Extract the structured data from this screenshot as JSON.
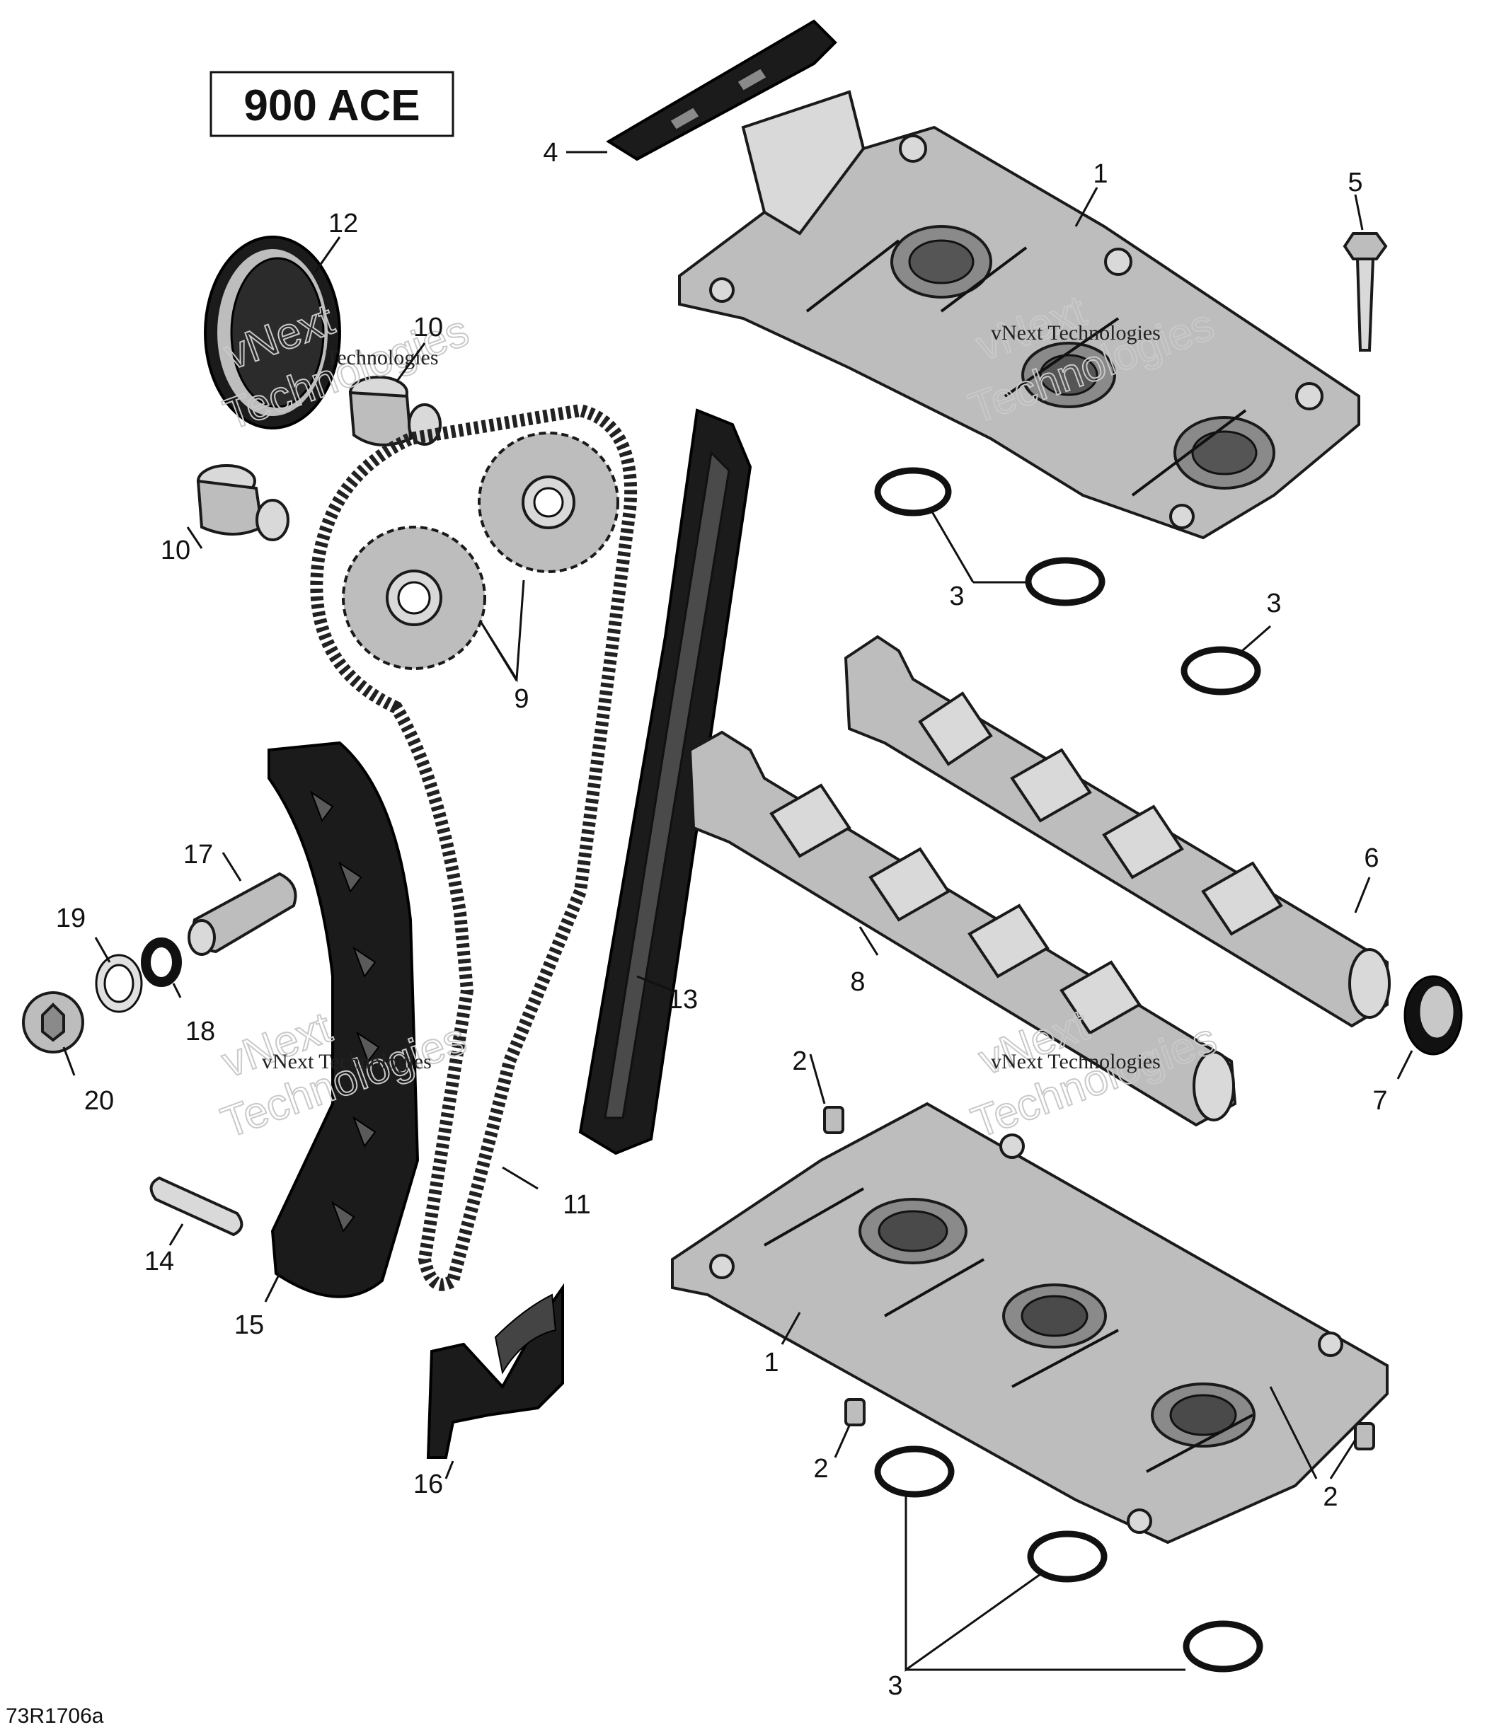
{
  "model_badge": "900 ACE",
  "figure_code": "73R1706a",
  "watermark": {
    "brand": "vNext",
    "word": "Technologies",
    "line": "vNext Technologies"
  },
  "callouts": {
    "c1a": "1",
    "c1b": "1",
    "c2a": "2",
    "c2b": "2",
    "c2c": "2",
    "c3a": "3",
    "c3b": "3",
    "c3c": "3",
    "c4": "4",
    "c5": "5",
    "c6": "6",
    "c7": "7",
    "c8": "8",
    "c9": "9",
    "c10a": "10",
    "c10b": "10",
    "c11": "11",
    "c12": "12",
    "c13": "13",
    "c14": "14",
    "c15": "15",
    "c16": "16",
    "c17": "17",
    "c18": "18",
    "c19": "19",
    "c20": "20"
  }
}
